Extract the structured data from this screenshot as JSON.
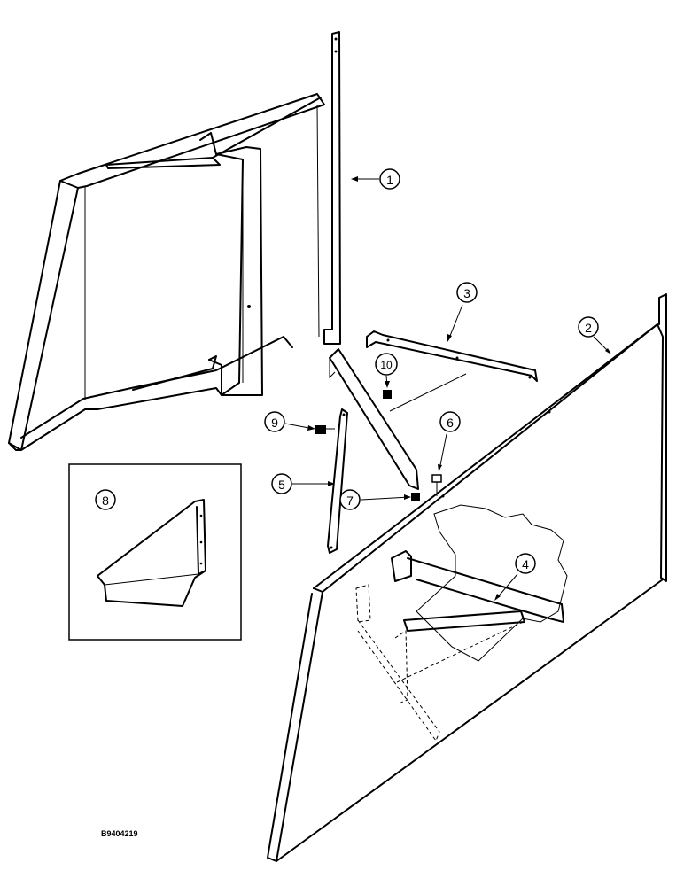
{
  "callouts": {
    "c1": "1",
    "c2": "2",
    "c3": "3",
    "c4": "4",
    "c5": "5",
    "c6": "6",
    "c7": "7",
    "c8": "8",
    "c9": "9",
    "c10": "10"
  },
  "reference_code": "B9404219"
}
